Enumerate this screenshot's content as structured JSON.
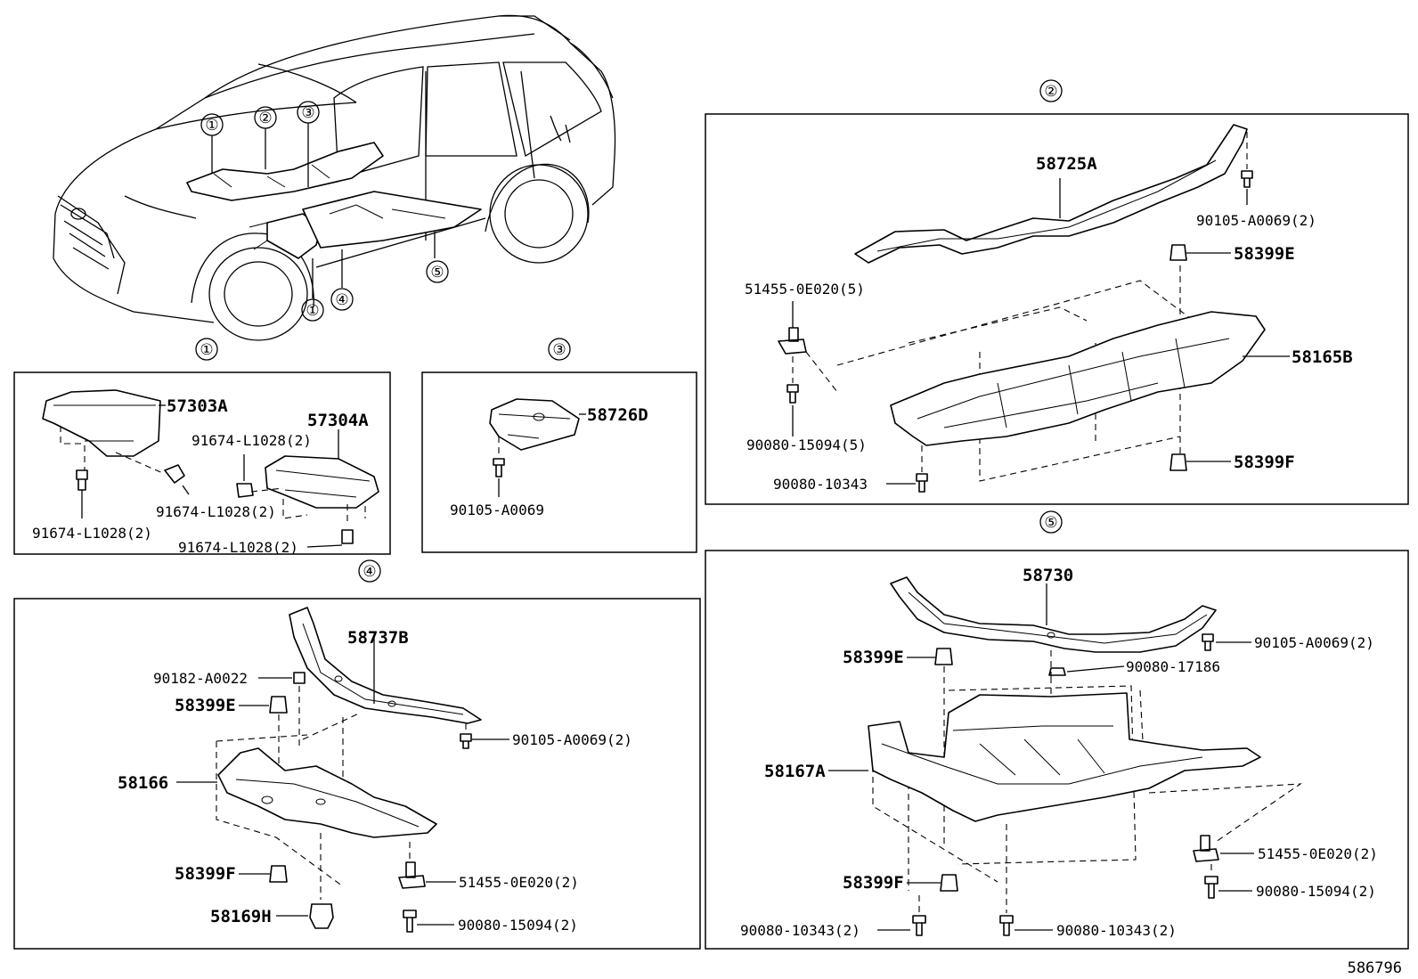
{
  "section_markers": {
    "m1": "①",
    "m2": "②",
    "m3": "③",
    "m4": "④",
    "m5": "⑤"
  },
  "car_callouts": [
    "①",
    "②",
    "③",
    "①",
    "④",
    "⑤"
  ],
  "panel1": {
    "p57303A": "57303A",
    "p57304A": "57304A",
    "c1": "91674-L1028(2)",
    "c2": "91674-L1028(2)",
    "c3": "91674-L1028(2)",
    "c4": "91674-L1028(2)"
  },
  "panel3": {
    "p58726D": "58726D",
    "c1": "90105-A0069"
  },
  "panel2": {
    "p58725A": "58725A",
    "c90105": "90105-A0069(2)",
    "p58399E": "58399E",
    "c51455": "51455-0E020(5)",
    "p58165B": "58165B",
    "c90080a": "90080-15094(5)",
    "c90080b": "90080-10343",
    "p58399F": "58399F"
  },
  "panel4": {
    "p58737B": "58737B",
    "c90182": "90182-A0022",
    "p58399E": "58399E",
    "c90105": "90105-A0069(2)",
    "p58166": "58166",
    "p58399F": "58399F",
    "c51455": "51455-0E020(2)",
    "p58169H": "58169H",
    "c90080": "90080-15094(2)"
  },
  "panel5": {
    "p58730": "58730",
    "p58399E": "58399E",
    "c90105": "90105-A0069(2)",
    "c90080_17186": "90080-17186",
    "p58167A": "58167A",
    "c51455": "51455-0E020(2)",
    "c90080_15094": "90080-15094(2)",
    "p58399F": "58399F",
    "c10343a": "90080-10343(2)",
    "c10343b": "90080-10343(2)"
  },
  "diagram_id": "586796"
}
